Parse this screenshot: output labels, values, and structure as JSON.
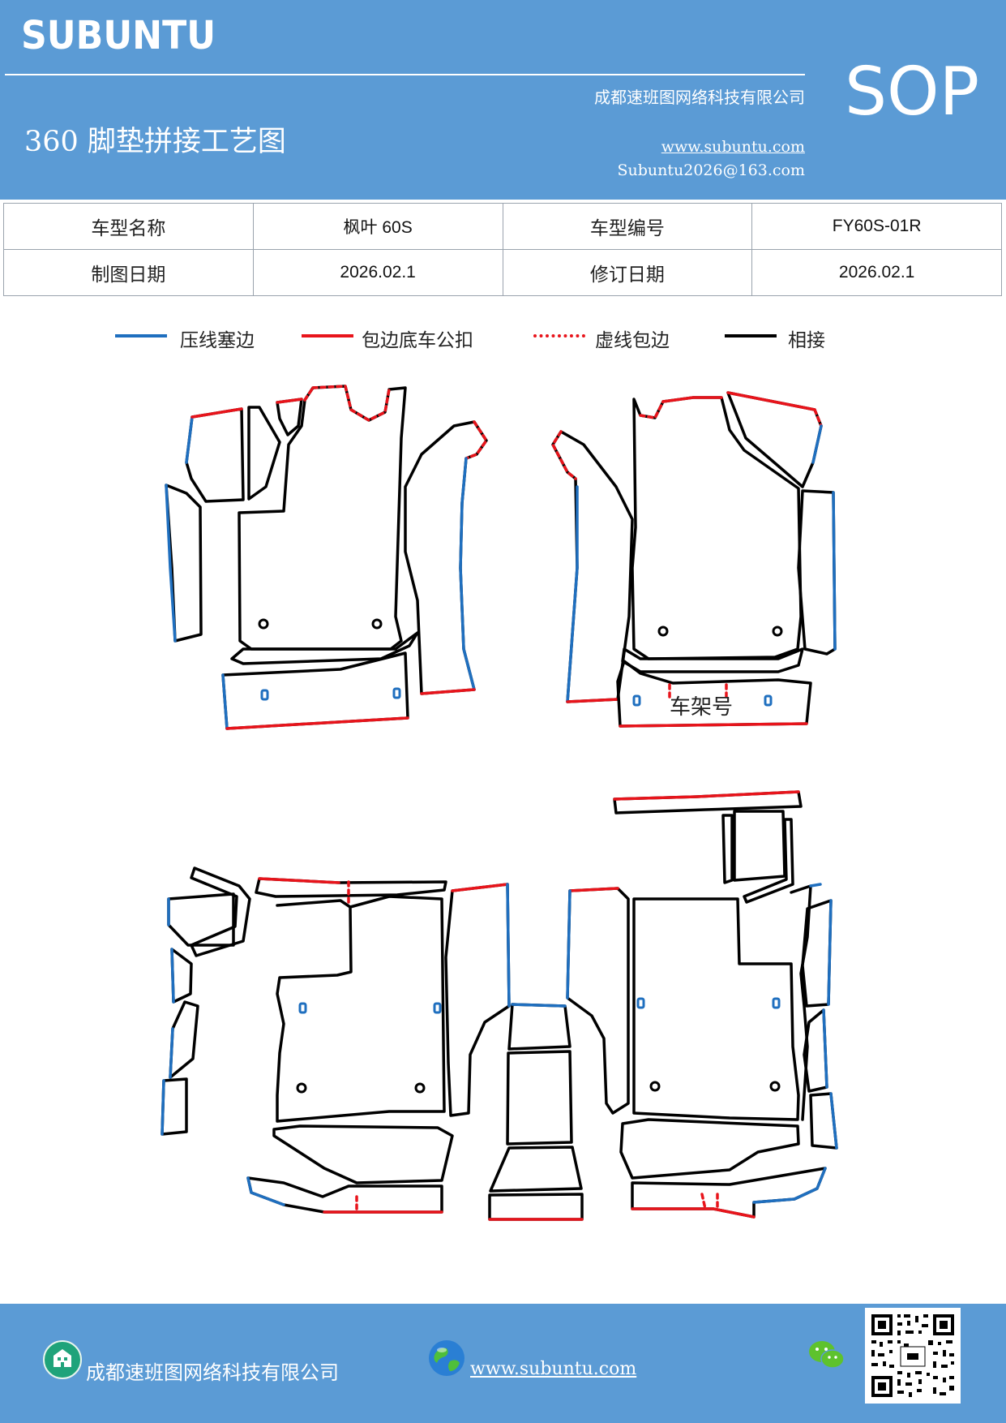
{
  "header": {
    "brand": "SUBUNTU",
    "company": "成都速班图网络科技有限公司",
    "title": "360 脚垫拼接工艺图",
    "website": "www.subuntu.com",
    "email": "Subuntu2026@163.com",
    "badge": "SOP"
  },
  "info": {
    "model_name_label": "车型名称",
    "model_name": "枫叶 60S",
    "model_code_label": "车型编号",
    "model_code": "FY60S-01R",
    "draw_date_label": "制图日期",
    "draw_date": "2026.02.1",
    "revise_date_label": "修订日期",
    "revise_date": "2026.02.1"
  },
  "legend": [
    {
      "label": "压线塞边",
      "color": "#1f6fbf",
      "style": "solid"
    },
    {
      "label": "包边底车公扣",
      "color": "#e8141b",
      "style": "solid"
    },
    {
      "label": "虚线包边",
      "color": "#e8141b",
      "style": "dotted"
    },
    {
      "label": "相接",
      "color": "#000000",
      "style": "solid"
    }
  ],
  "diagram": {
    "frame_label": "车架号"
  },
  "footer": {
    "company": "成都速班图网络科技有限公司",
    "website": "www.subuntu.com",
    "icons": [
      "building-icon",
      "globe-icon",
      "wechat-icon",
      "qr-code"
    ]
  }
}
